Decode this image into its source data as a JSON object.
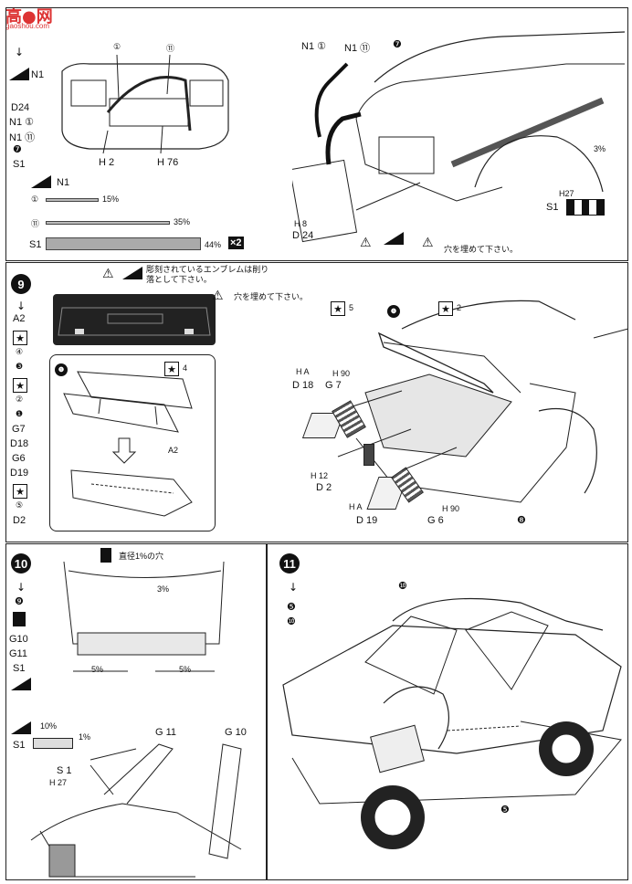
{
  "watermark": {
    "line1": "高●网",
    "line2": "gaoshou.com"
  },
  "step8": {
    "seq": [
      "N1",
      "D24",
      "N1 ①",
      "N1 ⑪",
      "❼",
      "S1"
    ],
    "front_labels": {
      "left_marker": "①",
      "right_marker": "⑪",
      "h2": "H 2",
      "h76": "H 76"
    },
    "hose_title": "N1",
    "hose_rows": [
      {
        "id": "①",
        "len": "15%"
      },
      {
        "id": "⑪",
        "len": "35%"
      }
    ],
    "tape_row": {
      "id": "S1",
      "len": "44%",
      "mult": "×2"
    },
    "right_labels": {
      "n1a": "N1 ①",
      "n1b": "N1 ⑪",
      "part7": "❼",
      "h8": "H 8",
      "d24": "D 24",
      "len3": "3%",
      "s1": "S1",
      "h27": "H27",
      "note": "穴を埋めて下さい。"
    }
  },
  "step9": {
    "number": "9",
    "seq": [
      "A2",
      "④",
      "❸",
      "②",
      "❶",
      "G7",
      "D18",
      "G6",
      "D19",
      "⑤",
      "D2"
    ],
    "note1": "彫刻されているエンブレムは削り落として下さい。",
    "note2": "穴を埋めて下さい。",
    "inset_labels": {
      "p1": "❶",
      "p4": "4",
      "a2": "A2"
    },
    "right_labels": {
      "k5": "5",
      "p1": "❶",
      "k2": "2",
      "ha1": "H A",
      "d18": "D 18",
      "h90a": "H 90",
      "g7": "G 7",
      "h12": "H 12",
      "d2": "D 2",
      "ha2": "H A",
      "d19": "D 19",
      "g6": "G 6",
      "h90b": "H 90",
      "part8": "❽"
    }
  },
  "step10": {
    "number": "10",
    "seq": [
      "❾",
      "G10",
      "G11",
      "S1"
    ],
    "drill_note": "直径1%の穴",
    "dims": {
      "d3": "3%",
      "left": "5%",
      "right": "5%"
    },
    "tape": {
      "id": "S1",
      "w": "10%",
      "h": "1%"
    },
    "labels": {
      "g11": "G 11",
      "g10": "G 10",
      "s1": "S 1",
      "h27": "H 27"
    }
  },
  "step11": {
    "number": "11",
    "seq": [
      "❺",
      "❿"
    ],
    "labels": {
      "part10": "❿",
      "part5": "❺"
    }
  }
}
